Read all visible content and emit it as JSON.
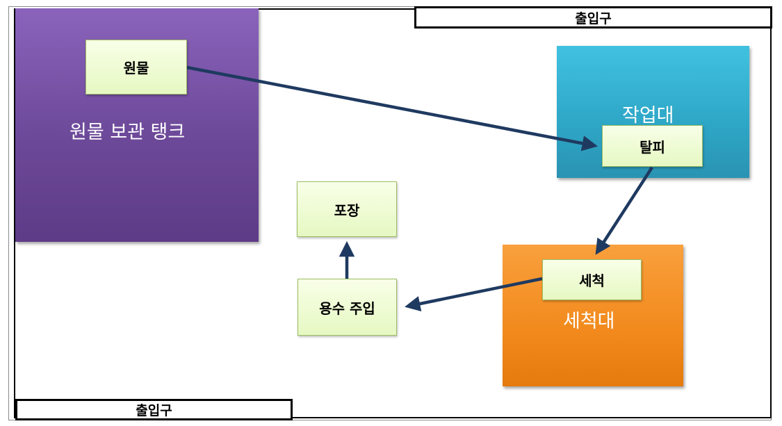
{
  "doors": {
    "top": "출입구",
    "bottom": "출입구"
  },
  "zones": {
    "tank": "원물 보관 탱크",
    "workbench": "작업대",
    "washstation": "세척대"
  },
  "steps": {
    "raw": "원물",
    "peel": "탈피",
    "wash": "세척",
    "water": "용수 주입",
    "pack": "포장"
  },
  "colors": {
    "tank": "#7550a6",
    "workbench": "#36b3d4",
    "washstation": "#f28a1d",
    "step_box": "#ebf9cc",
    "arrow": "#1f3a60"
  }
}
